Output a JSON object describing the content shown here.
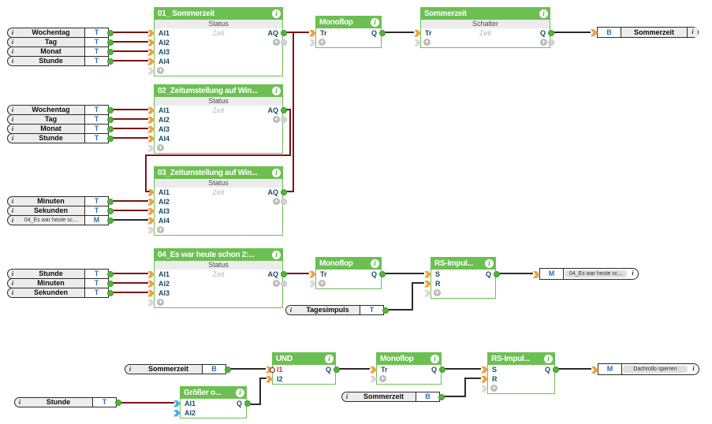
{
  "colors": {
    "block_green": "#6cc052",
    "wire_analog_red": "#7e1416",
    "wire_digital_black": "#2a2a2a",
    "connector_orange": "#f0a13e",
    "connector_cyan": "#45b4e0",
    "output_dot_green": "#53b43c",
    "port_text_blue": "#1d4a66",
    "type_letter_blue": "#2f6fae",
    "negated_input_red": "#d03030"
  },
  "icons": {
    "info": "i",
    "ref_info": "i",
    "plus": "+"
  },
  "blocks": {
    "b01": {
      "title": "01_ Sommerzeit",
      "subtitle": "Status",
      "rows": [
        {
          "l": "AI1",
          "c": "Zeit",
          "r": "AQ"
        },
        {
          "l": "AI2"
        },
        {
          "l": "AI3"
        },
        {
          "l": "AI4"
        }
      ]
    },
    "b02": {
      "title": "02_Zeitumstellung auf Win...",
      "subtitle": "Status",
      "rows": [
        {
          "l": "AI1",
          "c": "Zeit",
          "r": "AQ"
        },
        {
          "l": "AI2"
        },
        {
          "l": "AI3"
        },
        {
          "l": "AI4"
        }
      ]
    },
    "b03": {
      "title": "03_Zeitumstellung auf Win...",
      "subtitle": "Status",
      "rows": [
        {
          "l": "AI1",
          "c": "Zeit",
          "r": "AQ"
        },
        {
          "l": "AI2"
        },
        {
          "l": "AI3"
        },
        {
          "l": "AI4"
        }
      ]
    },
    "b04": {
      "title": "04_Es war heute schon 2:...",
      "subtitle": "Status",
      "rows": [
        {
          "l": "AI1",
          "c": "Zeit",
          "r": "AQ"
        },
        {
          "l": "AI2"
        },
        {
          "l": "AI3"
        }
      ]
    },
    "mono1": {
      "title": "Monoflop",
      "rows": [
        {
          "l": "Tr",
          "r": "Q"
        }
      ]
    },
    "sz": {
      "title": "Sommerzeit",
      "subtitle": "Schalter",
      "rows": [
        {
          "l": "Tr",
          "c": "Zeit",
          "r": "Q"
        }
      ]
    },
    "mono2": {
      "title": "Monoflop",
      "rows": [
        {
          "l": "Tr",
          "r": "Q"
        }
      ]
    },
    "rs1": {
      "title": "RS-Impul...",
      "rows": [
        {
          "l": "S",
          "r": "Q"
        },
        {
          "l": "R"
        }
      ]
    },
    "und": {
      "title": "UND",
      "rows": [
        {
          "l": "I1",
          "r": "Q",
          "negated": true
        },
        {
          "l": "I2"
        }
      ]
    },
    "gr": {
      "title": "Größer o...",
      "rows": [
        {
          "l": "AI1",
          "r": "Q"
        },
        {
          "l": "AI2"
        }
      ]
    },
    "mono3": {
      "title": "Monoflop",
      "rows": [
        {
          "l": "Tr",
          "r": "Q"
        }
      ]
    },
    "rs2": {
      "title": "RS-Impul...",
      "rows": [
        {
          "l": "S",
          "r": "Q"
        },
        {
          "l": "R"
        }
      ]
    }
  },
  "sources": [
    {
      "label": "Wochentag",
      "type": "T"
    },
    {
      "label": "Tag",
      "type": "T"
    },
    {
      "label": "Monat",
      "type": "T"
    },
    {
      "label": "Stunde",
      "type": "T"
    },
    {
      "label": "Wochentag",
      "type": "T"
    },
    {
      "label": "Tag",
      "type": "T"
    },
    {
      "label": "Monat",
      "type": "T"
    },
    {
      "label": "Stunde",
      "type": "T"
    },
    {
      "label": "Minuten",
      "type": "T"
    },
    {
      "label": "Sekunden",
      "type": "T"
    },
    {
      "label": "04_Es war heute sc...",
      "type": "M"
    },
    {
      "label": "Stunde",
      "type": "T"
    },
    {
      "label": "Minuten",
      "type": "T"
    },
    {
      "label": "Sekunden",
      "type": "T"
    },
    {
      "label": "Tagesimpuls",
      "type": "T"
    },
    {
      "label": "Sommerzeit",
      "type": "B"
    },
    {
      "label": "Stunde",
      "type": "T"
    },
    {
      "label": "Sommerzeit",
      "type": "B"
    }
  ],
  "sinks": [
    {
      "type": "B",
      "label": "Sommerzeit"
    },
    {
      "type": "M",
      "label": "04_Es war heute sc..."
    },
    {
      "type": "M",
      "label": "Dachrollo sperren"
    }
  ]
}
